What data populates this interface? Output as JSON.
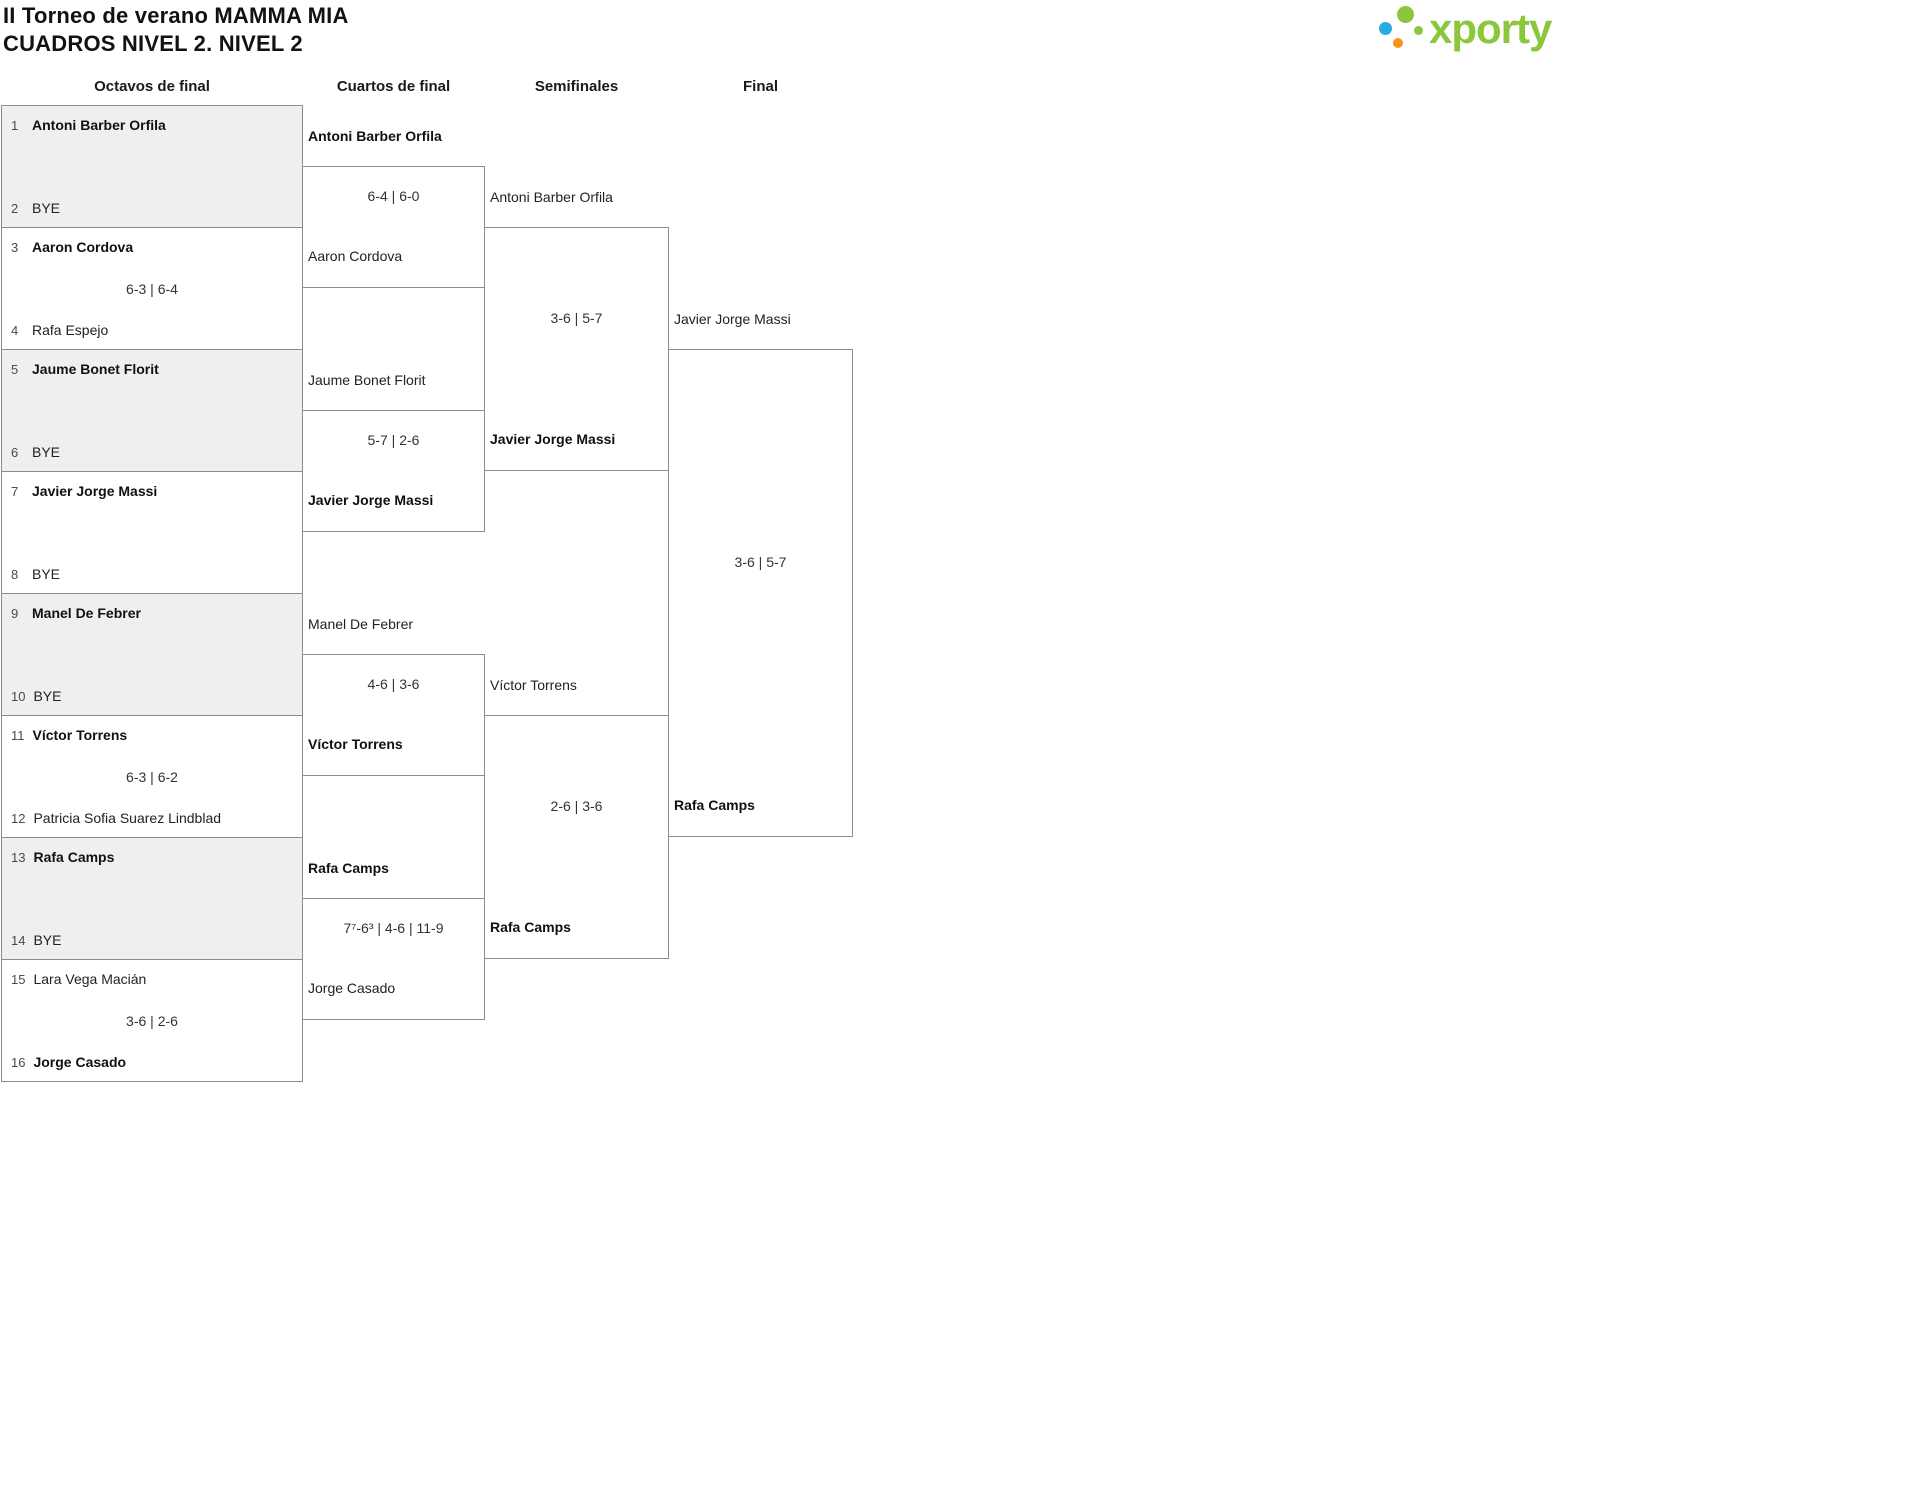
{
  "header": {
    "title_line1": "II Torneo de verano MAMMA MIA",
    "title_line2": "CUADROS NIVEL 2. NIVEL 2"
  },
  "logo": {
    "text": "xporty"
  },
  "round_headers": [
    "Octavos de final",
    "Cuartos de final",
    "Semifinales",
    "Final"
  ],
  "bracket": {
    "octavos": [
      {
        "seed1": "1",
        "player1": "Antoni Barber Orfila",
        "bold1": true,
        "seed2": "2",
        "player2": "BYE",
        "bold2": false,
        "score": ""
      },
      {
        "seed1": "3",
        "player1": "Aaron Cordova",
        "bold1": true,
        "seed2": "4",
        "player2": "Rafa Espejo",
        "bold2": false,
        "score": "6-3 | 6-4"
      },
      {
        "seed1": "5",
        "player1": "Jaume Bonet Florit",
        "bold1": true,
        "seed2": "6",
        "player2": "BYE",
        "bold2": false,
        "score": ""
      },
      {
        "seed1": "7",
        "player1": "Javier Jorge Massi",
        "bold1": true,
        "seed2": "8",
        "player2": "BYE",
        "bold2": false,
        "score": ""
      },
      {
        "seed1": "9",
        "player1": "Manel De Febrer",
        "bold1": true,
        "seed2": "10",
        "player2": "BYE",
        "bold2": false,
        "score": ""
      },
      {
        "seed1": "11",
        "player1": "Víctor Torrens",
        "bold1": true,
        "seed2": "12",
        "player2": "Patricia Sofia Suarez Lindblad",
        "bold2": false,
        "score": "6-3 | 6-2"
      },
      {
        "seed1": "13",
        "player1": "Rafa Camps",
        "bold1": true,
        "seed2": "14",
        "player2": "BYE",
        "bold2": false,
        "score": ""
      },
      {
        "seed1": "15",
        "player1": "Lara Vega Macián",
        "bold1": false,
        "seed2": "16",
        "player2": "Jorge Casado",
        "bold2": true,
        "score": "3-6 | 2-6"
      }
    ],
    "cuartos": [
      {
        "player1": "Antoni Barber Orfila",
        "bold1": true,
        "player2": "Aaron Cordova",
        "bold2": false,
        "score": "6-4 | 6-0"
      },
      {
        "player1": "Jaume Bonet Florit",
        "bold1": false,
        "player2": "Javier Jorge Massi",
        "bold2": true,
        "score": "5-7 | 2-6"
      },
      {
        "player1": "Manel De Febrer",
        "bold1": false,
        "player2": "Víctor Torrens",
        "bold2": true,
        "score": "4-6 | 3-6"
      },
      {
        "player1": "Rafa Camps",
        "bold1": true,
        "player2": "Jorge Casado",
        "bold2": false,
        "score": "7⁷-6³ | 4-6 | 11-9"
      }
    ],
    "semifinales": [
      {
        "player1": "Antoni Barber Orfila",
        "bold1": false,
        "player2": "Javier Jorge Massi",
        "bold2": true,
        "score": "3-6 | 5-7"
      },
      {
        "player1": "Víctor Torrens",
        "bold1": false,
        "player2": "Rafa Camps",
        "bold2": true,
        "score": "2-6 | 3-6"
      }
    ],
    "final": [
      {
        "player1": "Javier Jorge Massi",
        "bold1": false,
        "player2": "Rafa Camps",
        "bold2": true,
        "score": "3-6 | 5-7"
      }
    ]
  },
  "colors": {
    "brand_green": "#8CC63C",
    "brand_blue": "#29ABE2",
    "brand_orange": "#F7941D",
    "shaded_row": "#efefef",
    "border": "#8c8c8c"
  }
}
